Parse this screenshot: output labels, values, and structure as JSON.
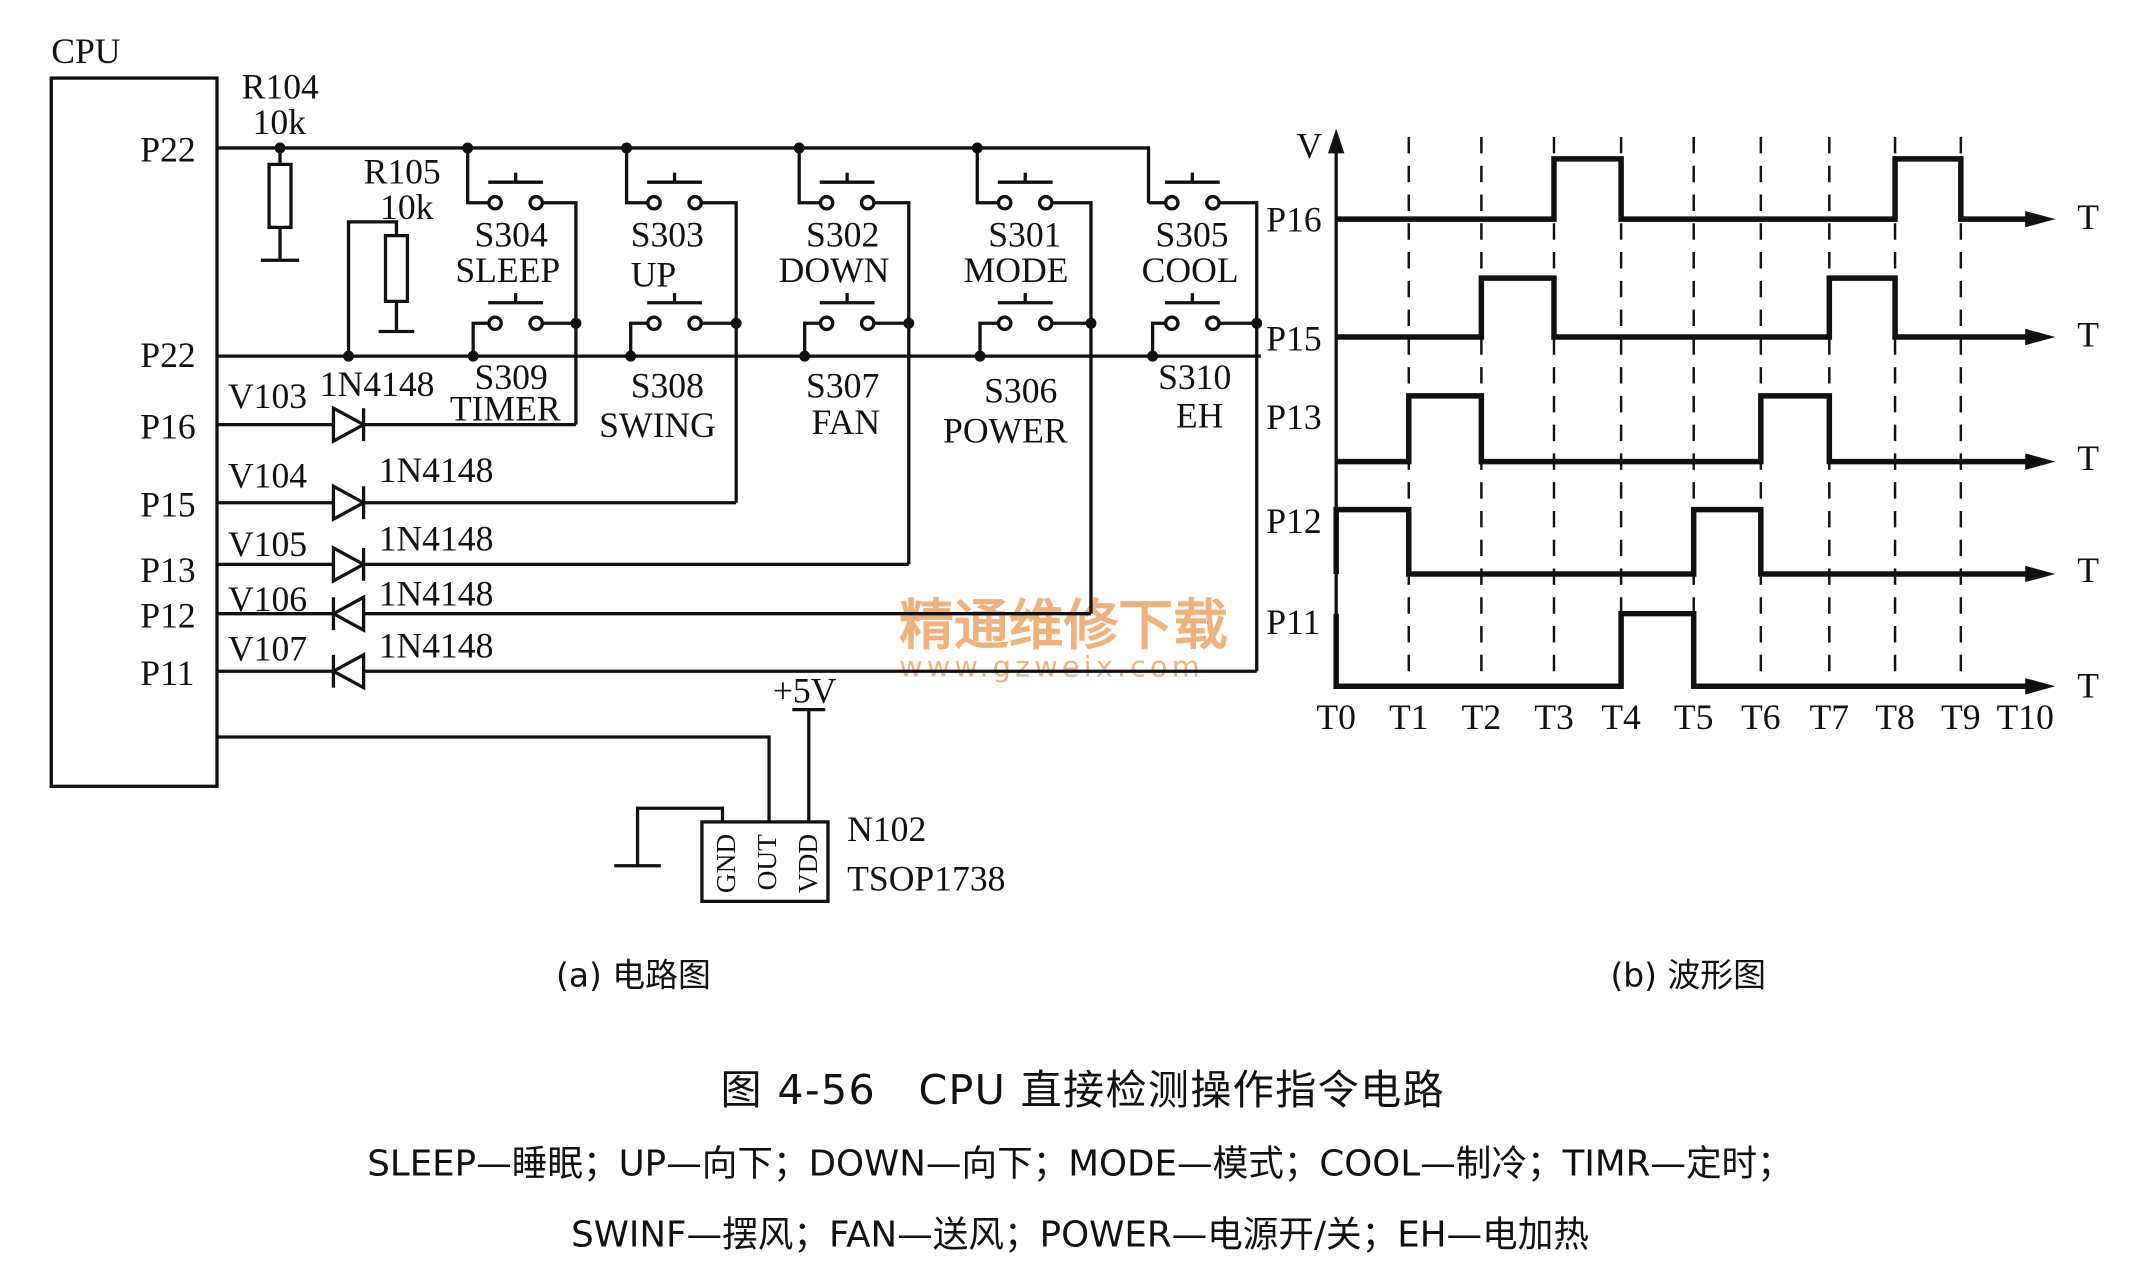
{
  "circuit": {
    "cpu_label": "CPU",
    "pins": [
      "P22",
      "P22",
      "P16",
      "P15",
      "P13",
      "P12",
      "P11"
    ],
    "r104": {
      "name": "R104",
      "value": "10k"
    },
    "r105": {
      "name": "R105",
      "value": "10k"
    },
    "switches_top": [
      {
        "id": "S304",
        "label": "SLEEP"
      },
      {
        "id": "S303",
        "label": "UP"
      },
      {
        "id": "S302",
        "label": "DOWN"
      },
      {
        "id": "S301",
        "label": "MODE"
      },
      {
        "id": "S305",
        "label": "COOL"
      }
    ],
    "switches_bottom": [
      {
        "id": "S309",
        "label": "TIMER"
      },
      {
        "id": "S308",
        "label": "SWING"
      },
      {
        "id": "S307",
        "label": "FAN"
      },
      {
        "id": "S306",
        "label": "POWER"
      },
      {
        "id": "S310",
        "label": "EH"
      }
    ],
    "diodes": [
      {
        "name": "V103",
        "type": "1N4148"
      },
      {
        "name": "V104",
        "type": "1N4148"
      },
      {
        "name": "V105",
        "type": "1N4148"
      },
      {
        "name": "V106",
        "type": "1N4148"
      },
      {
        "name": "V107",
        "type": "1N4148"
      }
    ],
    "supply": "+5V",
    "receiver": {
      "name": "N102",
      "part": "TSOP1738",
      "pins": [
        "GND",
        "OUT",
        "VDD"
      ]
    },
    "caption": "(a) 电路图"
  },
  "waveform": {
    "v_label": "V",
    "t_label": "T",
    "signals": [
      {
        "name": "P16",
        "high_intervals": [
          [
            3,
            4
          ],
          [
            8,
            9
          ]
        ]
      },
      {
        "name": "P15",
        "high_intervals": [
          [
            2,
            3
          ],
          [
            7,
            8
          ]
        ]
      },
      {
        "name": "P13",
        "high_intervals": [
          [
            1,
            2
          ],
          [
            6,
            7
          ]
        ]
      },
      {
        "name": "P12",
        "high_intervals": [
          [
            0,
            1
          ],
          [
            5,
            6
          ]
        ]
      },
      {
        "name": "P11",
        "high_intervals": [
          [
            -1,
            0
          ],
          [
            4,
            5
          ]
        ]
      }
    ],
    "time_ticks": [
      "T0",
      "T1",
      "T2",
      "T3",
      "T4",
      "T5",
      "T6",
      "T7",
      "T8",
      "T9",
      "T10"
    ],
    "caption": "(b) 波形图"
  },
  "figure_title": "图 4-56　CPU 直接检测操作指令电路",
  "legend_line1": "SLEEP—睡眠；UP—向下；DOWN—向下；MODE—模式；COOL—制冷；TIMR—定时；",
  "legend_line2": "SWINF—摆风；FAN—送风；POWER—电源开/关；EH—电加热",
  "watermark": {
    "line1": "精通维修下载",
    "line2": "www.gzweix.com"
  }
}
